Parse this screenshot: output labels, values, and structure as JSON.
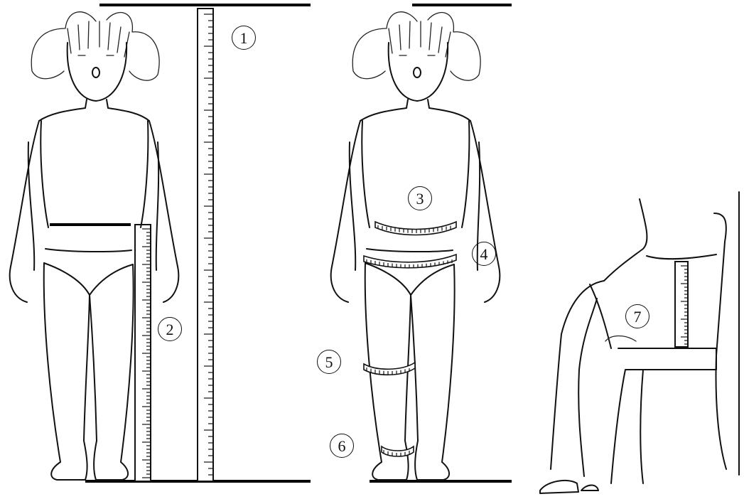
{
  "figure": {
    "labels": [
      {
        "id": "label-1",
        "text": "1"
      },
      {
        "id": "label-2",
        "text": "2"
      },
      {
        "id": "label-3",
        "text": "3"
      },
      {
        "id": "label-4",
        "text": "4"
      },
      {
        "id": "label-5",
        "text": "5"
      },
      {
        "id": "label-6",
        "text": "6"
      },
      {
        "id": "label-7",
        "text": "7"
      }
    ]
  },
  "colors": {
    "ink": "#111111",
    "background": "#ffffff"
  }
}
